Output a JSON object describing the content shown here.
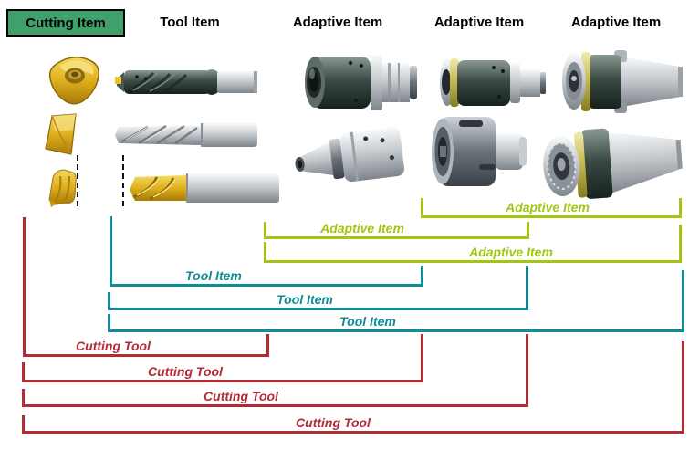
{
  "header": {
    "cutting_item_label": "Cutting Item",
    "columns": [
      {
        "label": "Tool Item"
      },
      {
        "label": "Adaptive Item"
      },
      {
        "label": "Adaptive Item"
      },
      {
        "label": "Adaptive Item"
      }
    ]
  },
  "brackets": {
    "adaptive": [
      {
        "label": "Adaptive Item"
      },
      {
        "label": "Adaptive Item"
      },
      {
        "label": "Adaptive Item"
      }
    ],
    "tool": [
      {
        "label": "Tool Item"
      },
      {
        "label": "Tool Item"
      },
      {
        "label": "Tool Item"
      }
    ],
    "cutting": [
      {
        "label": "Cutting Tool"
      },
      {
        "label": "Cutting Tool"
      },
      {
        "label": "Cutting Tool"
      },
      {
        "label": "Cutting Tool"
      }
    ]
  },
  "images": {
    "row1": [
      "trigon-insert",
      "indexable-drill",
      "hsk-adapter",
      "extension-adapter",
      "taper-adapter"
    ],
    "row2": [
      "square-insert",
      "twist-reamer",
      "collet-chuck-adapter",
      "spline-adapter",
      "bearing-taper-adapter"
    ],
    "row3": [
      "drill-tip-insert",
      "end-mill"
    ]
  },
  "colors": {
    "header_box_fill": "#3fa06b",
    "header_box_border": "#000000",
    "header_text": "#000000",
    "adaptive_line": "#a3c614",
    "tool_line": "#0f8c99",
    "cutting_line": "#b22b35",
    "dashed_line": "#111111",
    "background": "#ffffff"
  }
}
